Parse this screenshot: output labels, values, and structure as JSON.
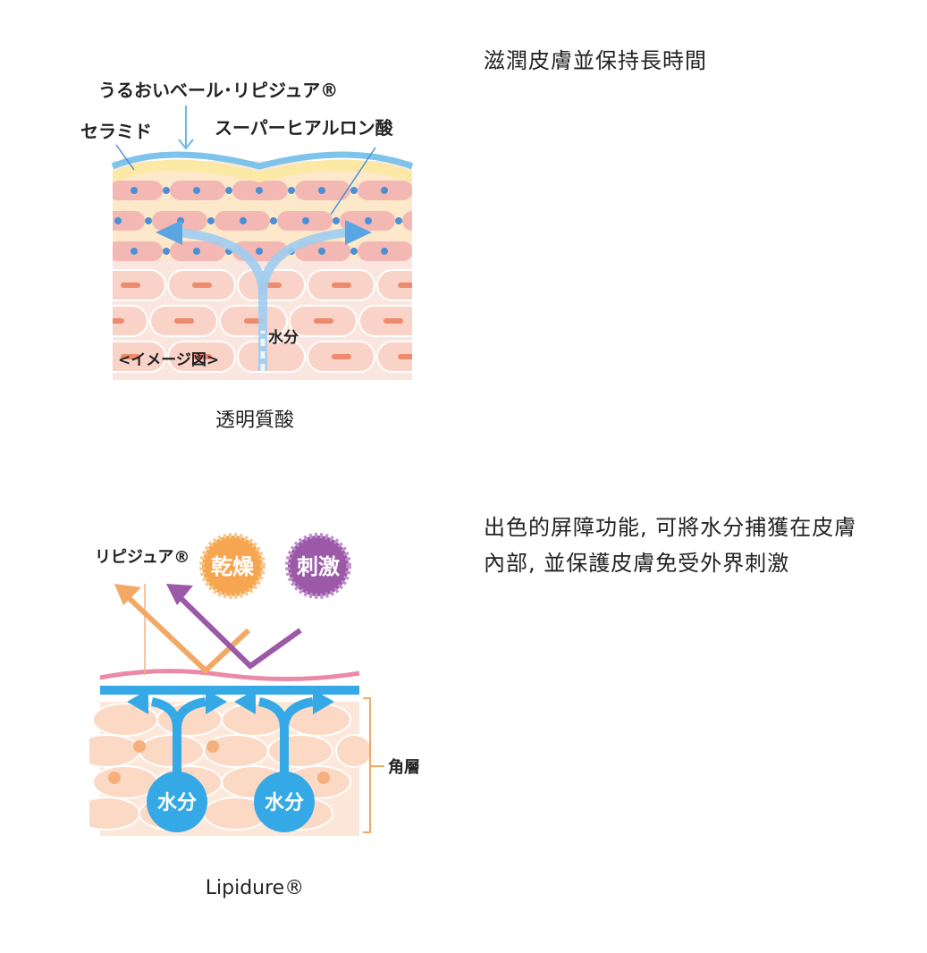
{
  "item1": {
    "description": "滋潤皮膚並保持長時間",
    "caption": "透明質酸",
    "diagram": {
      "label_veil": "うるおいベール･リピジュア®",
      "label_ceramide": "セラミド",
      "label_hyaluronic": "スーパーヒアルロン酸",
      "label_water": "水分",
      "label_image": "<イメージ図>"
    }
  },
  "item2": {
    "description_line1": "出色的屏障功能, 可將水分捕獲在皮膚",
    "description_line2": "內部, 並保護皮膚免受外界刺激",
    "caption": "Lipidure®",
    "diagram": {
      "label_lipidure": "リピジュア®",
      "badge_dry": "乾燥",
      "badge_irritation": "刺激",
      "label_corneum": "角層",
      "water_left": "水分",
      "water_right": "水分"
    }
  }
}
